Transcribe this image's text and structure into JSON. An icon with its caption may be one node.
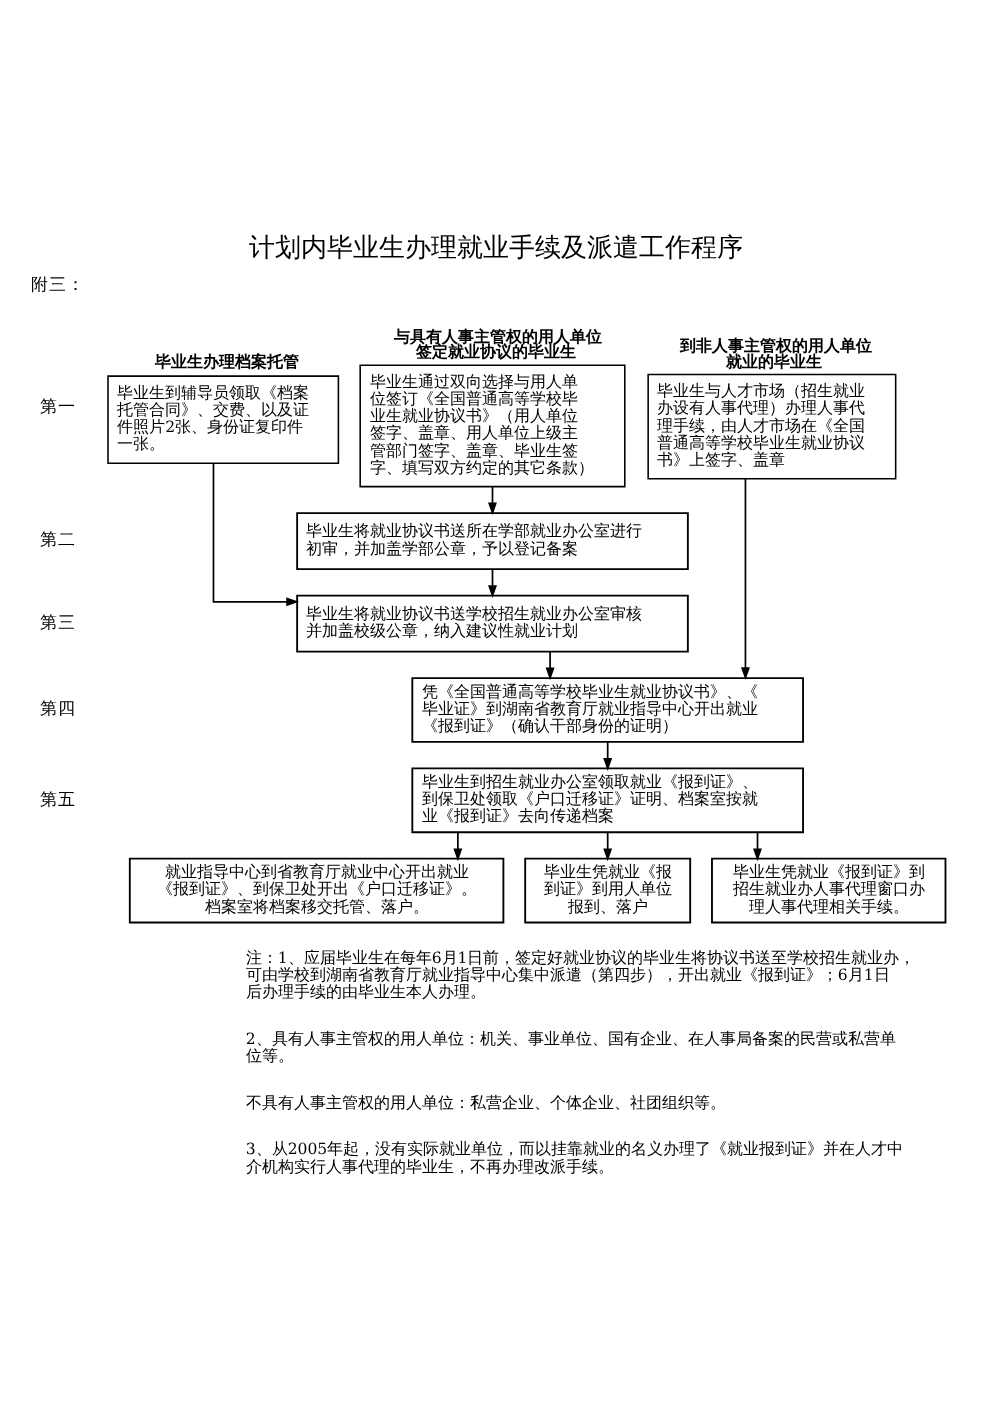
{
  "diagram": {
    "title": "计划内毕业生办理就业手续及派遣工作程序",
    "nodes": [
      {
        "text": [
          "毕业生办理档案托管",
          "毕业生到辅导员领取《档案托管合同》、交费、以及证件照片2张、身份证复印件一张。"
        ]
      },
      {
        "text": [
          "与具有人事主管权的用人单位签定就业协议的毕业生",
          "毕业生通过双向选择与用人单位签订《全国普通高等学校毕业生就业协议书》（用人单位签字、盖章、用人单位上级主管部门签字、盖章、毕业生签字、填写双方约定的其它条款）"
        ]
      },
      {
        "text": [
          "到非人事主管权的用人单位就业的毕业生",
          "毕业生与人才市场（招生就业办设有人事代理）办理人事代理手续，由人才市场在《全国普通高等学校毕业生就业协议书》上签字、盖章"
        ]
      },
      {
        "text": [
          "毕业生将就业协议书送所在学部就业办公室进行初审，并加盖学部公章，予以登记备案"
        ]
      },
      {
        "text": [
          "毕业生将就业协议书送学校招生就业办公室审核并加盖校级公章，纳入建议性就业计划"
        ]
      },
      {
        "text": [
          "凭《全国普通高等学校毕业生就业协议书》、《毕业证》到湖南省教育厅就业指导中心开出就业《报到证》（确认干部身份的证明）"
        ]
      },
      {
        "text": [
          "毕业生到招生就业办公室领取就业《报到证》、到保卫处领取《户口迁移证》证明、档案室按就业《报到证》去向传递档案"
        ]
      },
      {
        "text": [
          "就业指导中心到省教育厅就业中心开出就业《报到证》、到保卫处开出《户口迁移证》。档案室将档案移交托管、落户。"
        ]
      },
      {
        "text": [
          "毕业生凭就业《报到证》到用人单位报到、落户"
        ]
      },
      {
        "text": [
          "毕业生凭就业《报到证》到招生就业办人事代理窗口办理人事代理相关手续。"
        ]
      }
    ],
    "edges": [
      {
        "from": 0,
        "to": 4,
        "arrow": "to"
      },
      {
        "from": 1,
        "to": 3,
        "arrow": "to"
      },
      {
        "from": 3,
        "to": 4,
        "arrow": "to"
      },
      {
        "from": 2,
        "to": 5,
        "arrow": "to"
      },
      {
        "from": 4,
        "to": 5,
        "arrow": "to"
      },
      {
        "from": 5,
        "to": 6,
        "arrow": "to"
      },
      {
        "from": 6,
        "to": 7,
        "arrow": "to"
      },
      {
        "from": 6,
        "to": 8,
        "arrow": "to"
      },
      {
        "from": 6,
        "to": 9,
        "arrow": "to"
      }
    ],
    "labels": [
      "附三：",
      "第一",
      "第二",
      "第三",
      "第四",
      "第五",
      "注：1、应届毕业生在每年6月1日前，签定好就业协议的毕业生将协议书送至学校招生就业办，可由学校到湖南省教育厅就业指导中心集中派遣（第四步），开出就业《报到证》；6月1日后办理手续的由毕业生本人办理。",
      "2、具有人事主管权的用人单位：机关、事业单位、国有企业、在人事局备案的民营或私营单位等。",
      "不具有人事主管权的用人单位：私营企业、个体企业、社团组织等。",
      "3、从2005年起，没有实际就业单位，而以挂靠就业的名义办理了《就业报到证》并在人才中介机构实行人事代理的毕业生，不再办理改派手续。"
    ]
  }
}
